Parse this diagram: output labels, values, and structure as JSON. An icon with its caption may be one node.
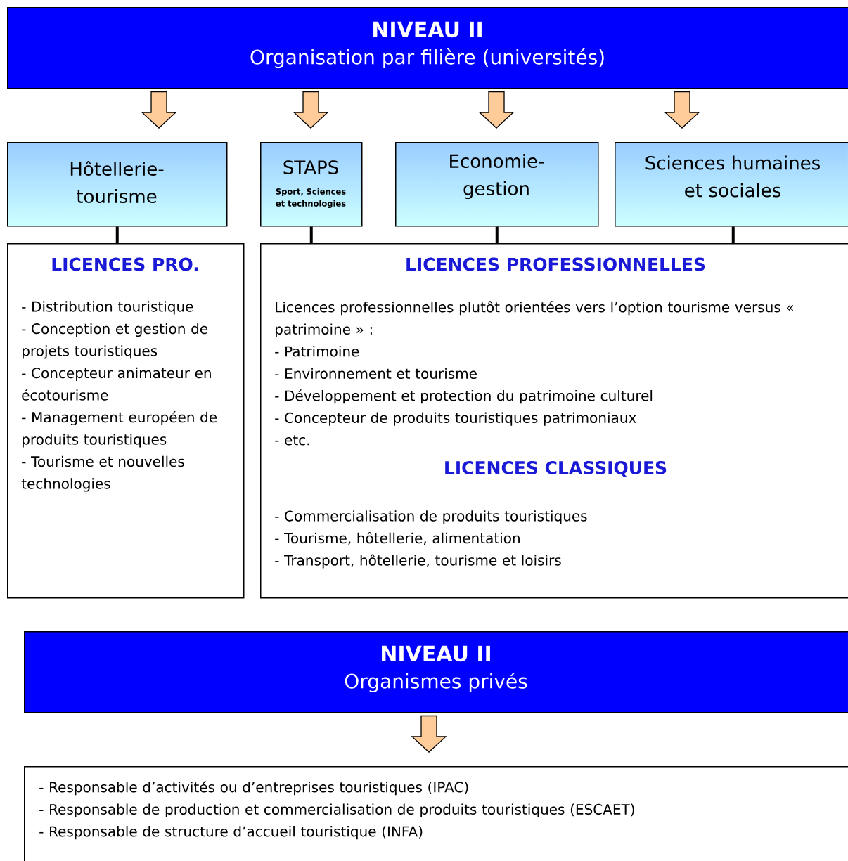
{
  "diagram": {
    "nodes": [
      {
        "text": [
          "NIVEAU II",
          "Organisation par filière (universités)"
        ]
      },
      {
        "text": [
          "Hôtellerie-tourisme"
        ]
      },
      {
        "text": [
          "STAPS",
          "Sport, Sciences et technologies"
        ]
      },
      {
        "text": [
          "Economie-gestion"
        ]
      },
      {
        "text": [
          "Sciences humaines et sociales"
        ]
      },
      {
        "text": [
          "LICENCES PRO.",
          "- Distribution touristique",
          "- Conception et gestion de projets touristiques",
          "- Concepteur animateur en écotourisme",
          "- Management européen de produits touristiques",
          "- Tourisme et nouvelles technologies"
        ]
      },
      {
        "text": [
          "LICENCES PROFESSIONNELLES",
          "Licences professionnelles plutôt orientées vers l’option tourisme versus « patrimoine » :",
          "- Patrimoine",
          "- Environnement et tourisme",
          "- Développement et protection du patrimoine culturel",
          "- Concepteur de produits touristiques patrimoniaux",
          "- etc.",
          "LICENCES CLASSIQUES",
          "- Commercialisation de produits touristiques",
          "- Tourisme, hôtellerie, alimentation",
          "- Transport, hôtellerie, tourisme et loisirs"
        ]
      },
      {
        "text": [
          "NIVEAU II",
          "Organismes privés"
        ]
      },
      {
        "text": [
          "- Responsable d’activités ou d’entreprises touristiques (IPAC)",
          "- Responsable de production et commercialisation de produits touristiques (ESCAET)",
          "- Responsable de structure d’accueil touristique (INFA)"
        ]
      }
    ],
    "edges": [
      {
        "from": 0,
        "to": 1,
        "arrow": "to"
      },
      {
        "from": 0,
        "to": 2,
        "arrow": "to"
      },
      {
        "from": 0,
        "to": 3,
        "arrow": "to"
      },
      {
        "from": 0,
        "to": 4,
        "arrow": "to"
      },
      {
        "from": 1,
        "to": 5,
        "arrow": "none"
      },
      {
        "from": 2,
        "to": 6,
        "arrow": "none"
      },
      {
        "from": 3,
        "to": 6,
        "arrow": "none"
      },
      {
        "from": 4,
        "to": 6,
        "arrow": "none"
      },
      {
        "from": 7,
        "to": 8,
        "arrow": "to"
      }
    ]
  }
}
